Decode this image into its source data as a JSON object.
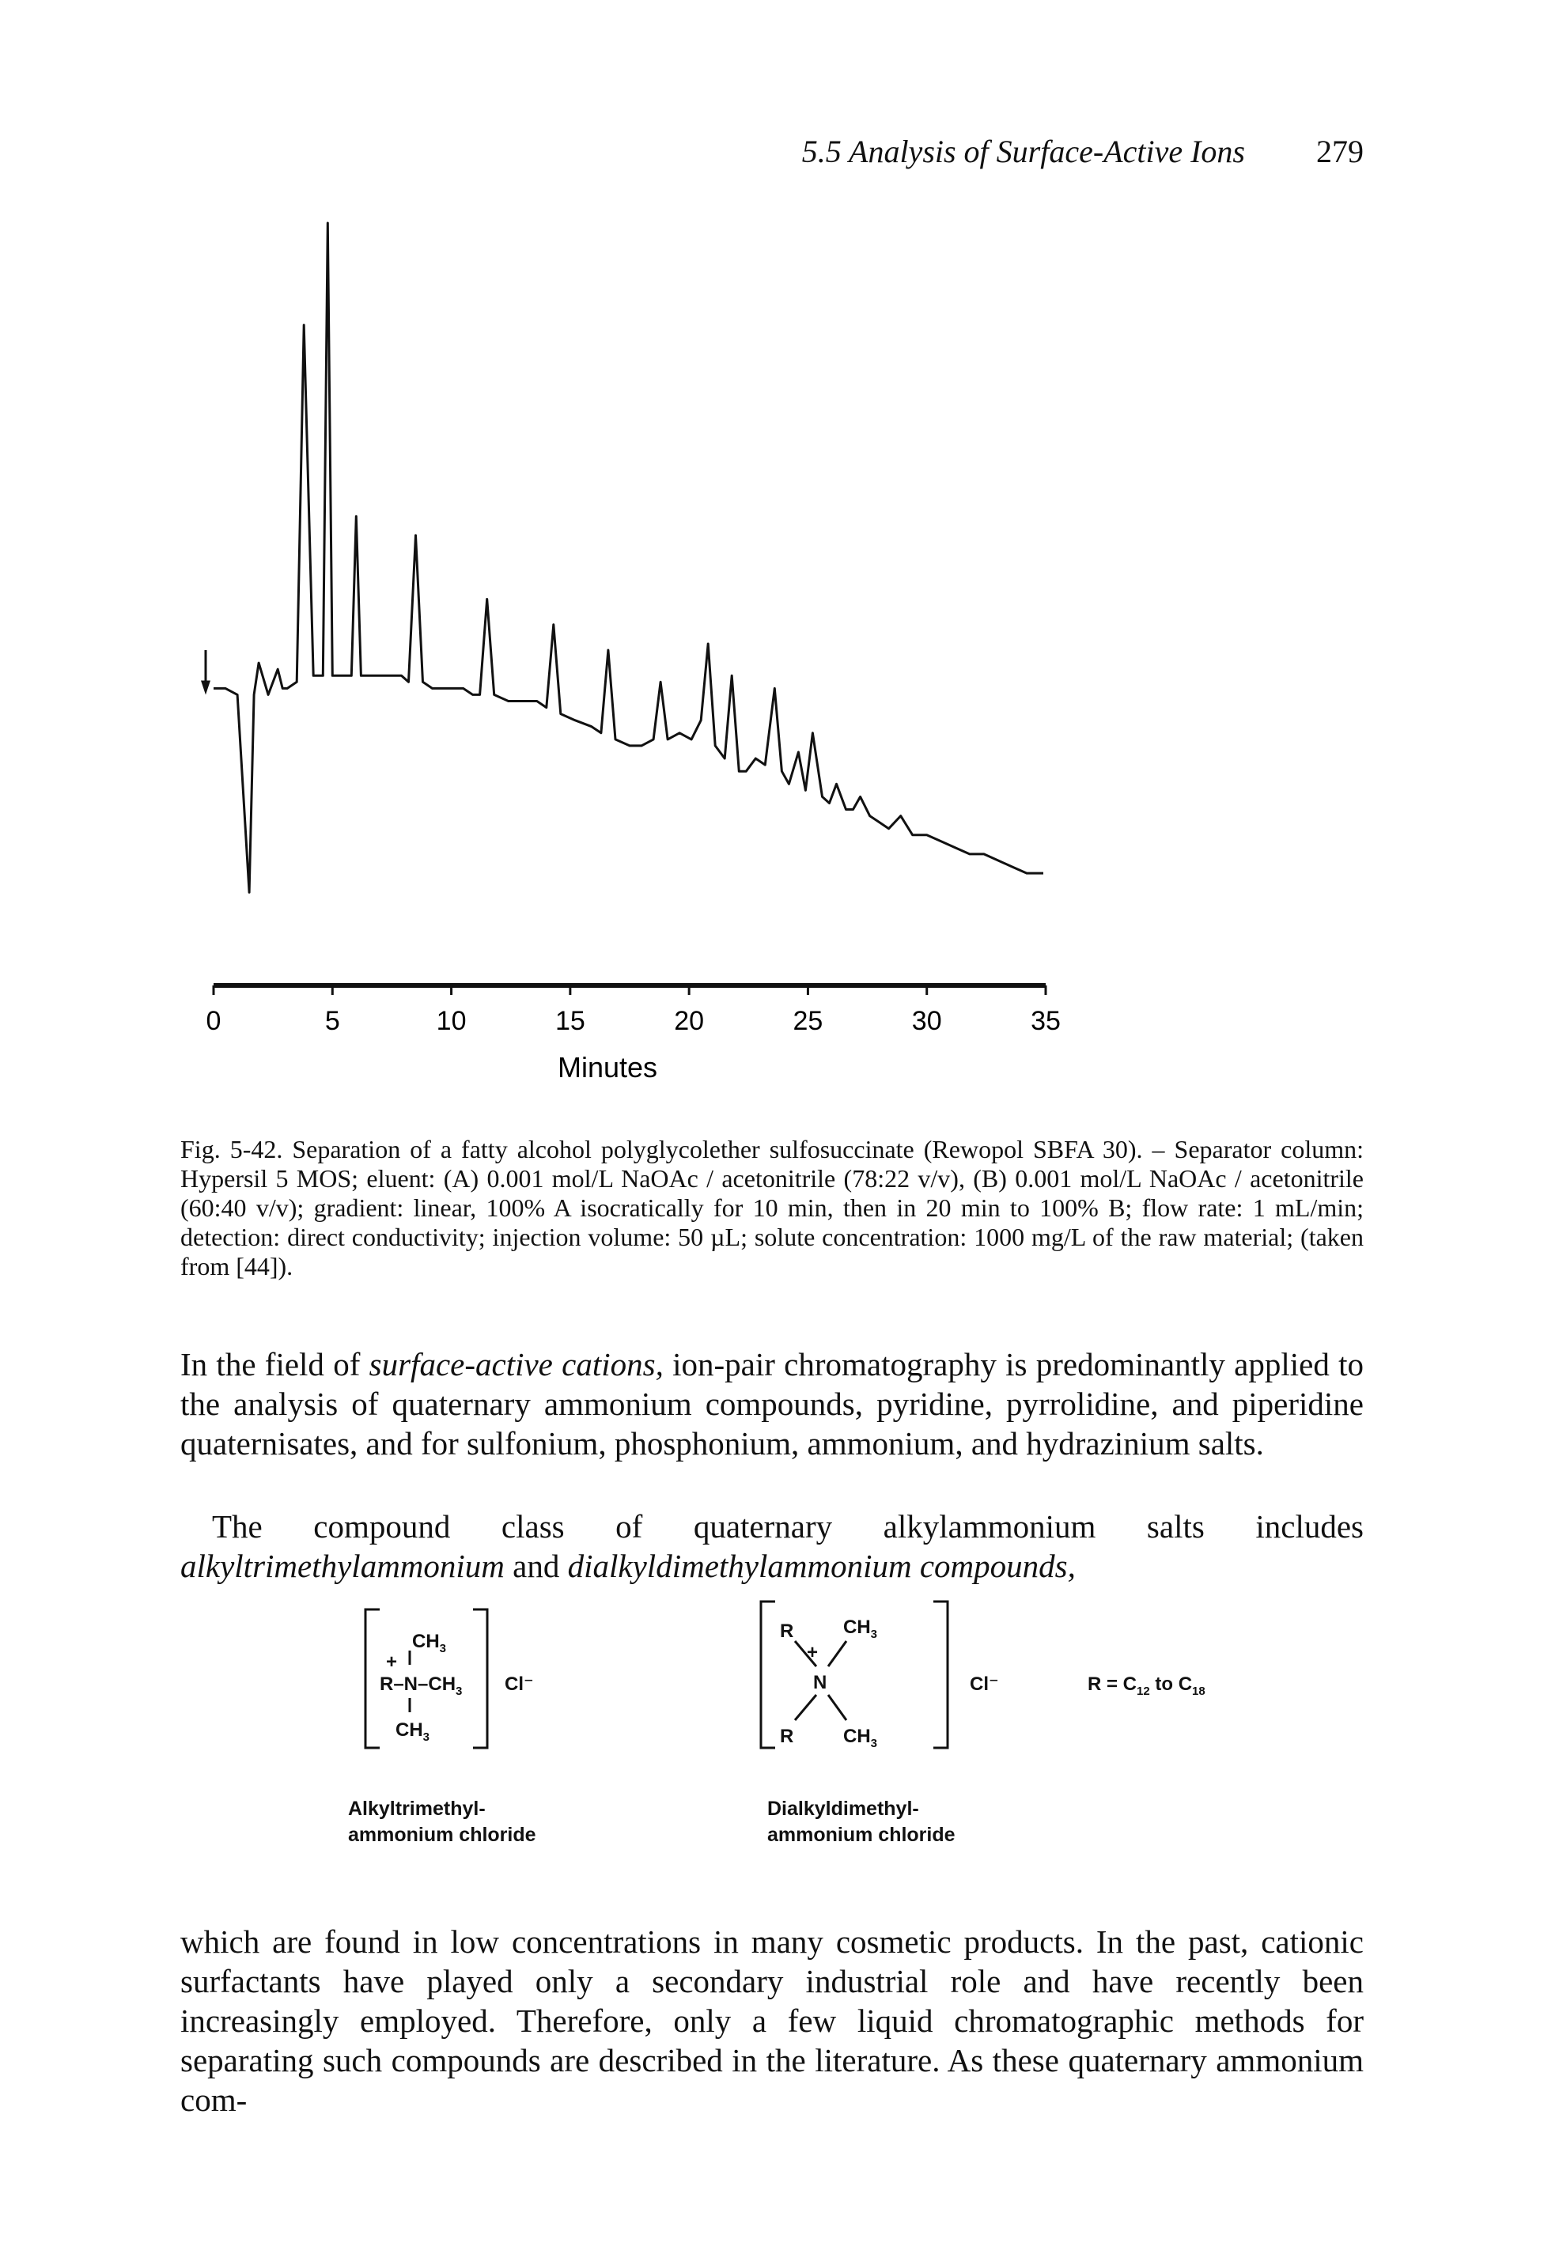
{
  "running_head": {
    "section": "5.5 Analysis of Surface-Active Ions",
    "page_number": "279"
  },
  "chart_data": {
    "type": "line",
    "title": "",
    "xlabel": "Minutes",
    "ylabel": "",
    "xlim": [
      0,
      35
    ],
    "xticks": [
      "0",
      "5",
      "10",
      "15",
      "20",
      "25",
      "30",
      "35"
    ],
    "injection_marker": "arrow",
    "series": [
      {
        "x": [
          0.0,
          0.5,
          1.0,
          1.5,
          1.7,
          1.9,
          2.3,
          2.7,
          2.9,
          3.1,
          3.5,
          3.8,
          4.2,
          4.6,
          4.8,
          5.0,
          5.4,
          5.8,
          6.0,
          6.2,
          6.6,
          7.0,
          7.4,
          7.9,
          8.2,
          8.5,
          8.8,
          9.2,
          9.6,
          10.0,
          10.5,
          10.9,
          11.2,
          11.5,
          11.8,
          12.4,
          13.0,
          13.6,
          14.0,
          14.3,
          14.6,
          15.2,
          15.9,
          16.3,
          16.6,
          16.9,
          17.5,
          18.0,
          18.5,
          18.8,
          19.1,
          19.6,
          20.1,
          20.5,
          20.8,
          21.1,
          21.5,
          21.8,
          22.1,
          22.4,
          22.8,
          23.2,
          23.6,
          23.9,
          24.2,
          24.6,
          24.9,
          25.2,
          25.6,
          25.9,
          26.2,
          26.6,
          26.9,
          27.2,
          27.6,
          28.0,
          28.4,
          28.9,
          29.4,
          30.0,
          30.6,
          31.2,
          31.8,
          32.4,
          33.0,
          33.6,
          34.2,
          34.9
        ],
        "y": [
          27,
          27,
          26,
          -5,
          26,
          31,
          26,
          30,
          27,
          27,
          28,
          84,
          29,
          29,
          100,
          29,
          29,
          29,
          54,
          29,
          29,
          29,
          29,
          29,
          28,
          51,
          28,
          27,
          27,
          27,
          27,
          26,
          26,
          41,
          26,
          25,
          25,
          25,
          24,
          37,
          23,
          22,
          21,
          20,
          33,
          19,
          18,
          18,
          19,
          28,
          19,
          20,
          19,
          22,
          34,
          18,
          16,
          29,
          14,
          14,
          16,
          15,
          27,
          14,
          12,
          17,
          11,
          20,
          10,
          9,
          12,
          8,
          8,
          10,
          7,
          6,
          5,
          7,
          4,
          4,
          3,
          2,
          1,
          1,
          0,
          -1,
          -2,
          -2
        ]
      }
    ]
  },
  "caption": "Fig. 5-42. Separation of a fatty alcohol polyglycolether sulfosuccinate (Rewopol SBFA 30). – Separator column: Hypersil 5 MOS; eluent: (A) 0.001 mol/L NaOAc / acetonitrile (78:22 v/v), (B) 0.001 mol/L NaOAc / acetonitrile (60:40 v/v); gradient: linear, 100% A isocratically for 10 min, then in 20 min to 100% B; flow rate: 1 mL/min; detection: direct conductivity; injection volume: 50 µL; solute concentration: 1000 mg/L of the raw material; (taken from [44]).",
  "paragraph1": {
    "before": "In the field of ",
    "emph": "surface-active cations,",
    "after": " ion-pair chromatography is predominantly applied to the analysis of quaternary ammonium compounds, pyridine, pyrrolidine, and piperidine quaternisates, and for sulfonium, phosphonium, ammonium, and hydrazinium salts."
  },
  "paragraph2": {
    "before": "The compound class of quaternary alkylammonium salts includes ",
    "emph1": "alkyltrimethylammonium",
    "middle": " and ",
    "emph2": "dialkyldimethylammonium compounds,"
  },
  "structures": {
    "alkyl": {
      "label_line1": "Alkyltrimethyl-",
      "label_line2": "ammonium chloride",
      "top": "CH",
      "plus": "+",
      "left": "R–N–CH",
      "bottom": "CH",
      "sub": "3",
      "anion": "Cl⁻"
    },
    "dialkyl": {
      "label_line1": "Dialkyldimethyl-",
      "label_line2": "ammonium chloride",
      "r": "R",
      "n": "N",
      "plus": "+",
      "ch": "CH",
      "sub": "3",
      "anion": "Cl⁻"
    },
    "r_def": {
      "prefix": "R = C",
      "sub1": "12",
      "mid": " to C",
      "sub2": "18"
    }
  },
  "paragraph3": "which are found in low concentrations in many cosmetic products. In the past, cationic surfactants have played only a secondary industrial role and have recently been increasingly employed. Therefore, only a few liquid chromatographic methods for separating such compounds are described in the literature. As these quaternary ammonium com-"
}
